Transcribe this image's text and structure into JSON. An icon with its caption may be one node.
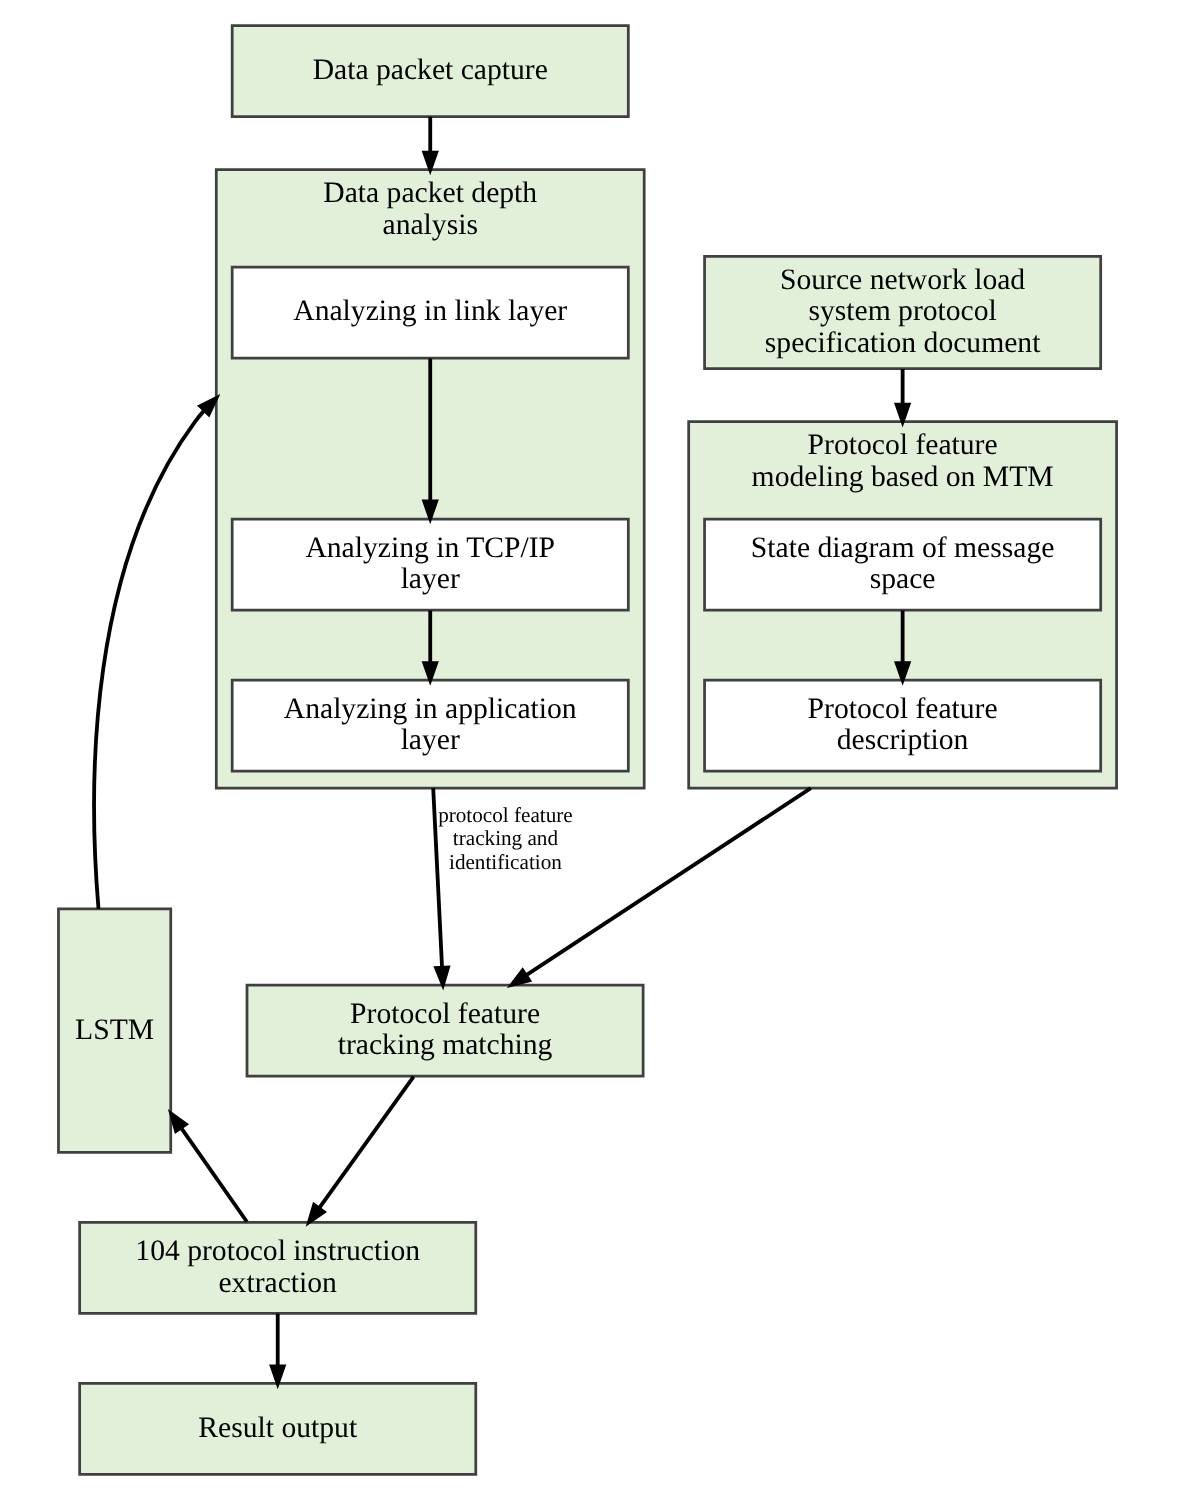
{
  "diagram": {
    "nodes": [
      {
        "text": [
          "Data packet capture"
        ]
      },
      {
        "text": [
          "Source network load system protocol specification document"
        ]
      },
      {
        "text": [
          "Data packet depth analysis"
        ]
      },
      {
        "text": [
          "Analyzing in link layer"
        ],
        "in": 2
      },
      {
        "text": [
          "Analyzing in TCP/IP layer"
        ],
        "in": 2
      },
      {
        "text": [
          "Analyzing in application layer"
        ],
        "in": 2
      },
      {
        "text": [
          "Protocol feature modeling based on MTM"
        ]
      },
      {
        "text": [
          "State diagram of message space"
        ],
        "in": 6
      },
      {
        "text": [
          "Protocol feature description"
        ],
        "in": 6
      },
      {
        "text": [
          "LSTM"
        ]
      },
      {
        "text": [
          "Protocol feature tracking matching"
        ]
      },
      {
        "text": [
          "104 protocol instruction extraction"
        ]
      },
      {
        "text": [
          "Result output"
        ]
      }
    ],
    "edges": [
      {
        "from": 0,
        "to": 2,
        "arrow": "to"
      },
      {
        "from": 1,
        "to": 6,
        "arrow": "to"
      },
      {
        "from": 3,
        "to": 4,
        "arrow": "to"
      },
      {
        "from": 4,
        "to": 5,
        "arrow": "to"
      },
      {
        "from": 7,
        "to": 8,
        "arrow": "to"
      },
      {
        "from": 2,
        "to": 10,
        "arrow": "to",
        "label": "protocol feature tracking and identification"
      },
      {
        "from": 6,
        "to": 10,
        "arrow": "to"
      },
      {
        "from": 10,
        "to": 11,
        "arrow": "to"
      },
      {
        "from": 11,
        "to": 9,
        "arrow": "to"
      },
      {
        "from": 9,
        "to": 2,
        "arrow": "to"
      },
      {
        "from": 11,
        "to": 12,
        "arrow": "to"
      }
    ]
  }
}
